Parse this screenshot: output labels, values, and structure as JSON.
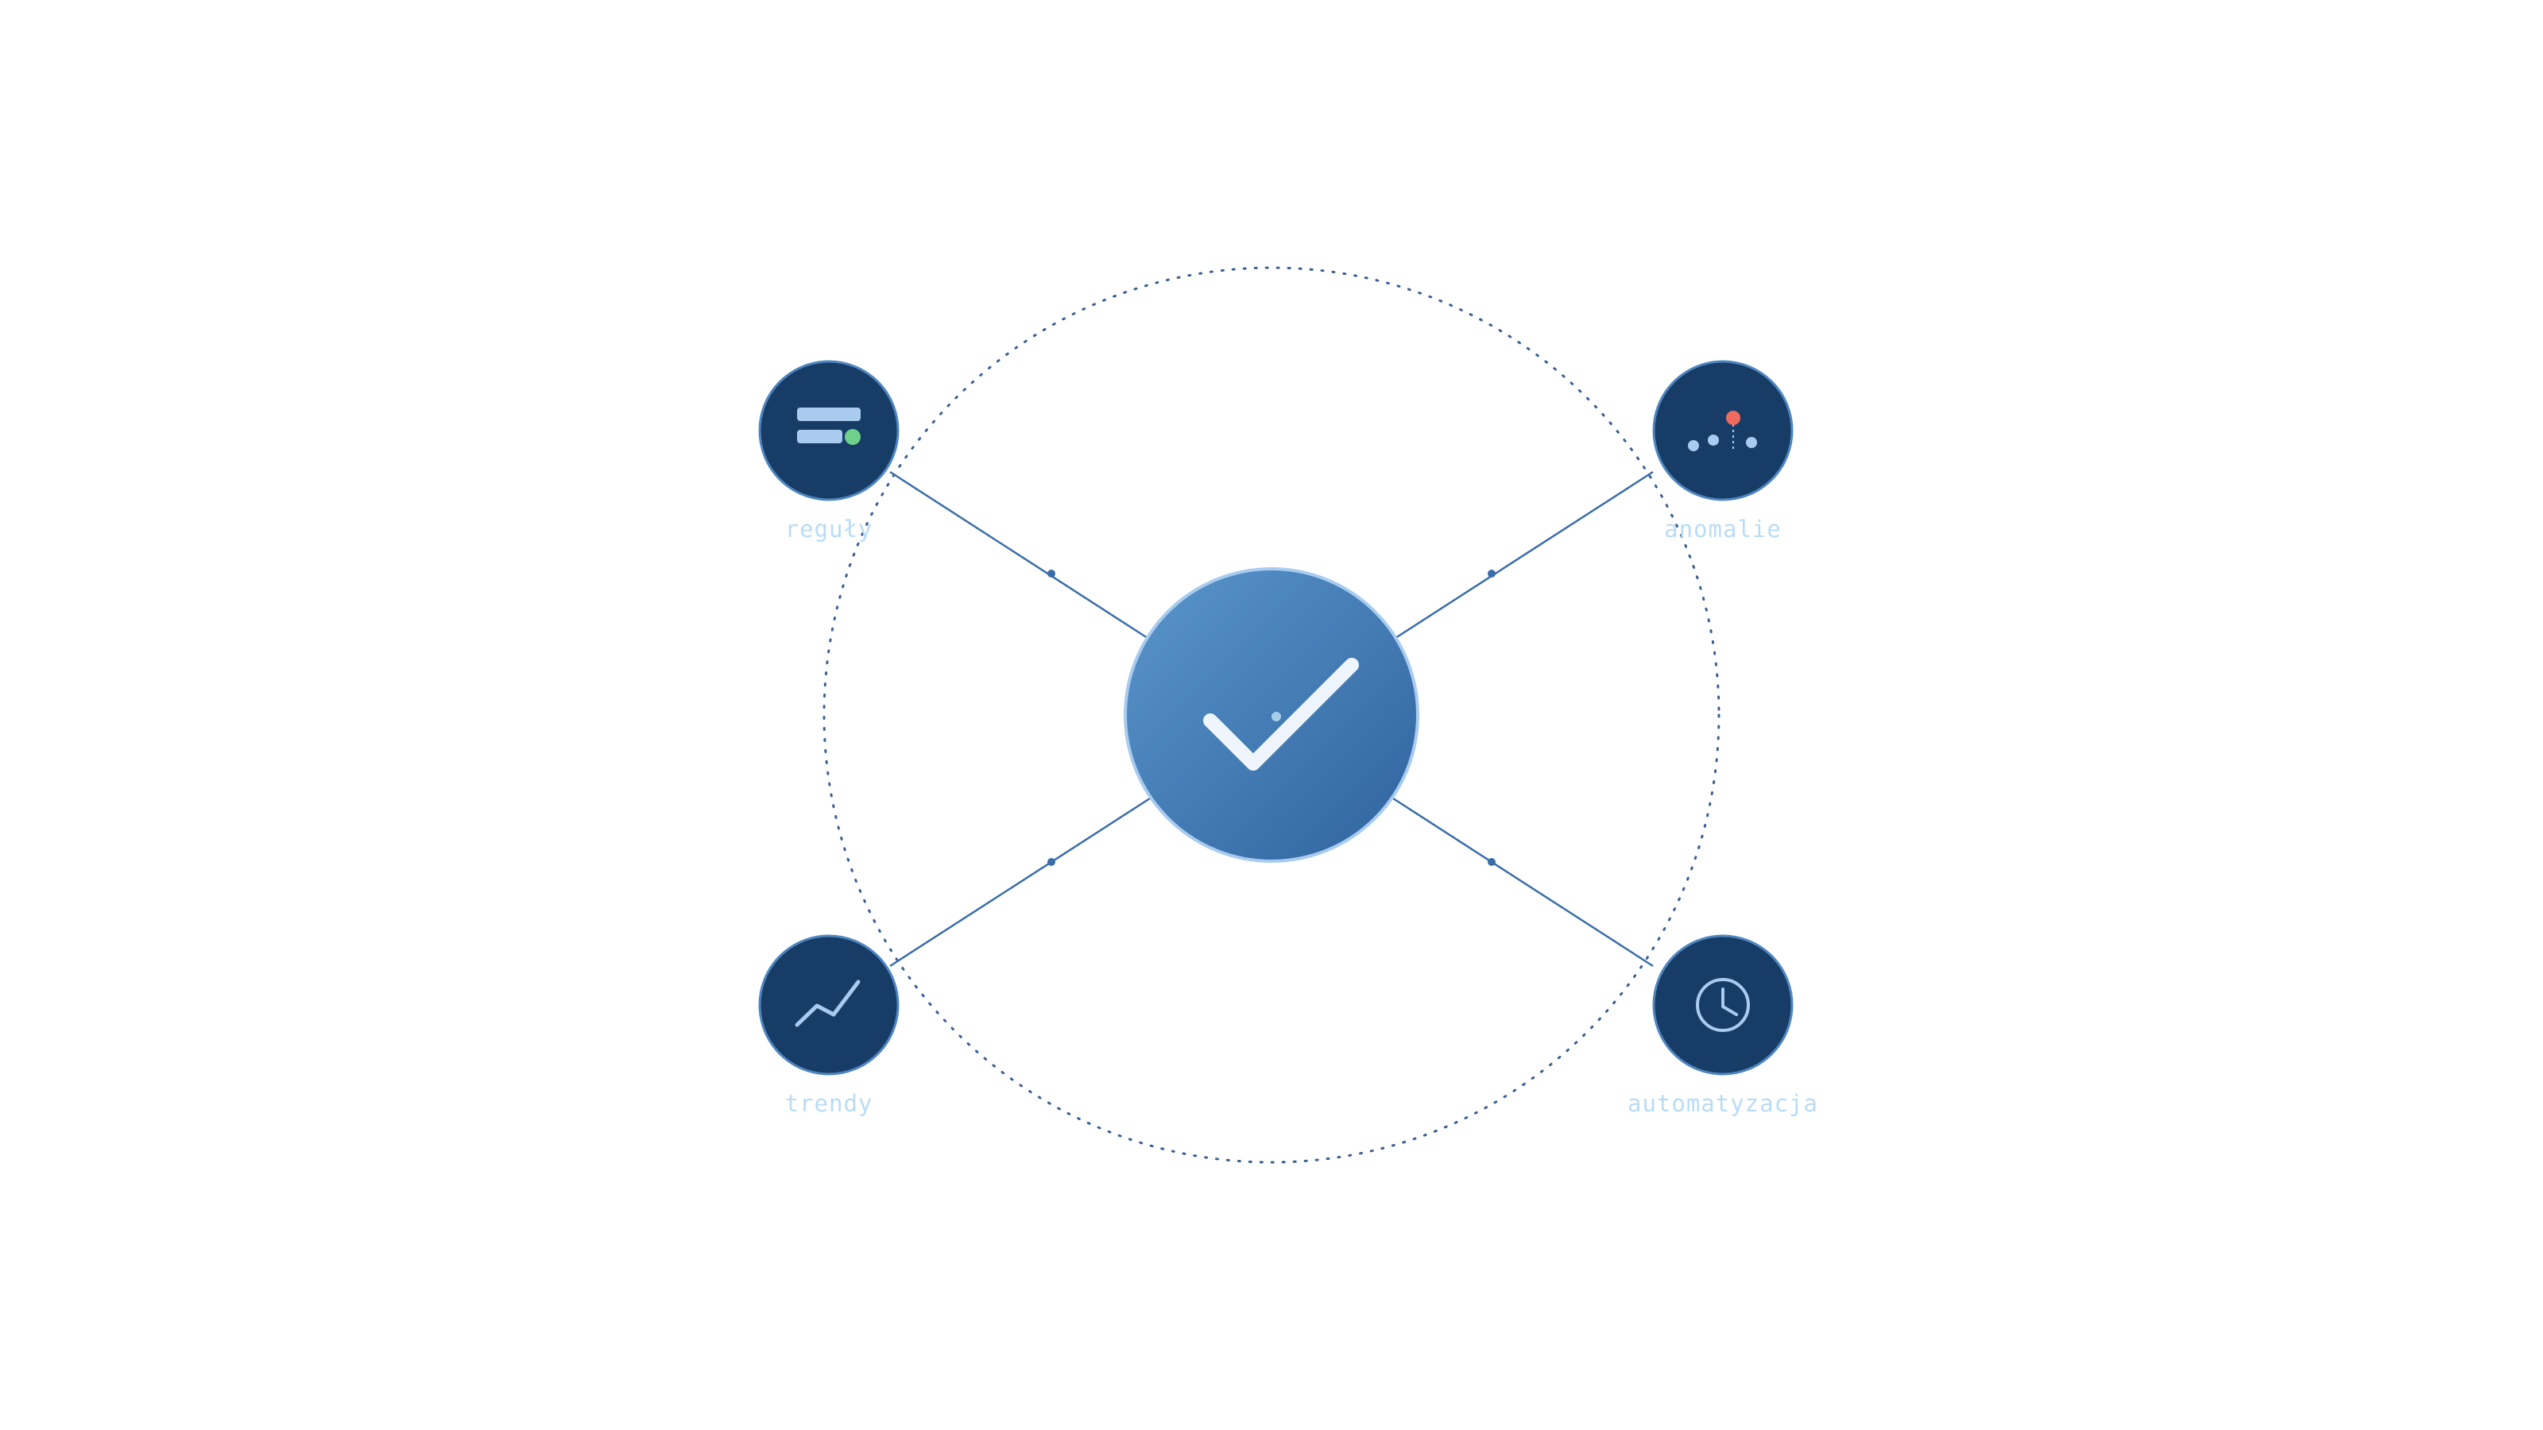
{
  "diagram": {
    "colors": {
      "background": "#ffffff",
      "node_fill": "#173c66",
      "node_stroke": "#4f86c0",
      "center_gradient_start": "#5a96cc",
      "center_gradient_end": "#2f639e",
      "connector": "#3a6ea8",
      "orbit": "#3a5f92",
      "label": "#b9dcf5",
      "icon_light": "#a8cbef",
      "ok_green": "#6ed08a",
      "alert_red": "#f06b5e",
      "check": "#eef5fc"
    },
    "center": {
      "icon": "checkmark-icon"
    },
    "nodes": [
      {
        "id": "rules",
        "label": "reguły",
        "icon": "rules-list-icon"
      },
      {
        "id": "anomalies",
        "label": "anomalie",
        "icon": "anomaly-scatter-icon"
      },
      {
        "id": "trends",
        "label": "trendy",
        "icon": "trend-line-icon"
      },
      {
        "id": "automation",
        "label": "automatyzacja",
        "icon": "clock-icon"
      }
    ]
  }
}
